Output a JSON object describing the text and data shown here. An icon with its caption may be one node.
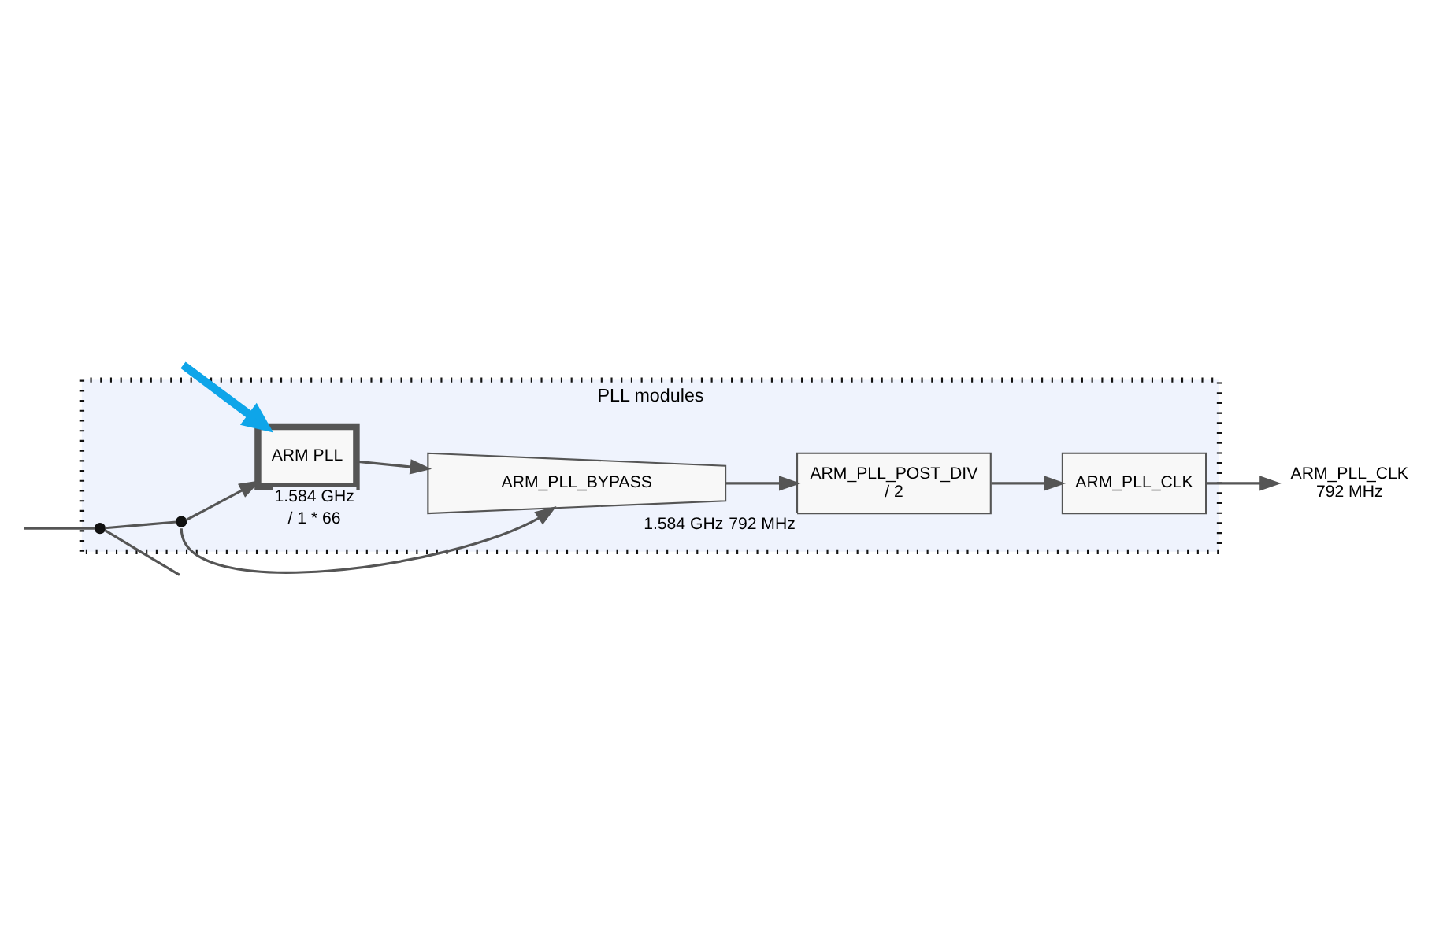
{
  "diagram": {
    "nodes": [
      {
        "text": [
          "PLL modules"
        ]
      },
      {
        "text": [],
        "shape": "circle",
        "in": 0
      },
      {
        "text": [],
        "shape": "circle",
        "in": 0
      },
      {
        "text": [
          "ARM PLL"
        ],
        "beside": [
          "1.584 GHz",
          "/ 1 * 66"
        ],
        "in": 0
      },
      {
        "text": [
          "ARM_PLL_BYPASS"
        ],
        "beside": [
          "1.584 GHz"
        ],
        "in": 0
      },
      {
        "text": [
          "ARM_PLL_POST_DIV",
          "/ 2"
        ],
        "beside": [
          "792 MHz"
        ],
        "in": 0
      },
      {
        "text": [
          "ARM_PLL_CLK"
        ],
        "in": 0
      },
      {
        "text": [
          "ARM_PLL_CLK",
          "792 MHz"
        ]
      }
    ],
    "edges": [
      {
        "from": null,
        "to": 1,
        "arrow": "none"
      },
      {
        "from": 1,
        "to": null,
        "arrow": "none"
      },
      {
        "from": 1,
        "to": 2,
        "arrow": "none"
      },
      {
        "from": 2,
        "to": 3,
        "arrow": "to"
      },
      {
        "from": 2,
        "to": 4,
        "arrow": "to"
      },
      {
        "from": 3,
        "to": 4,
        "arrow": "to"
      },
      {
        "from": 4,
        "to": 5,
        "arrow": "to"
      },
      {
        "from": 5,
        "to": 6,
        "arrow": "to"
      },
      {
        "from": 6,
        "to": 7,
        "arrow": "to"
      },
      {
        "from": null,
        "to": 3,
        "arrow": "to",
        "style": "thick",
        "color": "#0ea5e9"
      }
    ]
  }
}
